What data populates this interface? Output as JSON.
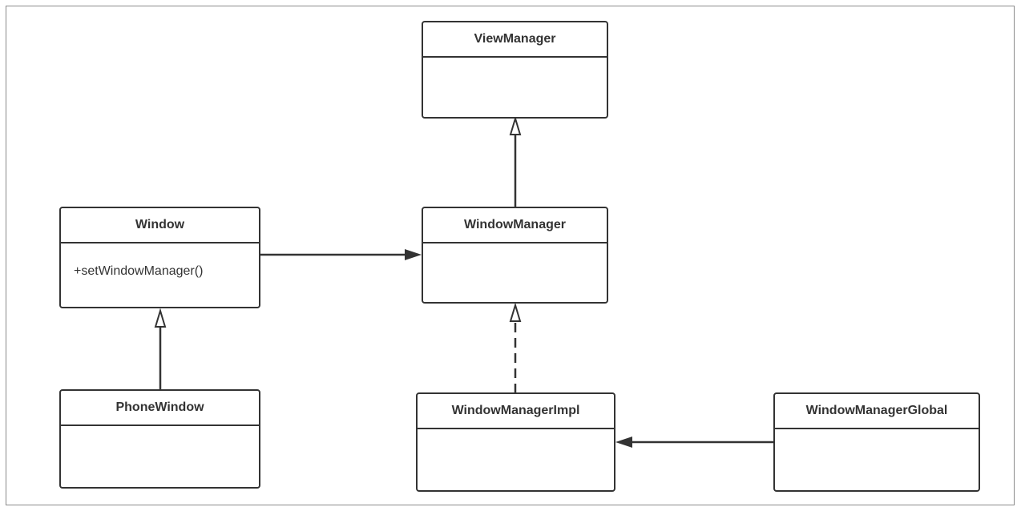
{
  "classes": {
    "view_manager": {
      "name": "ViewManager"
    },
    "window": {
      "name": "Window",
      "methods": [
        "+setWindowManager()"
      ]
    },
    "window_manager": {
      "name": "WindowManager"
    },
    "phone_window": {
      "name": "PhoneWindow"
    },
    "window_manager_impl": {
      "name": "WindowManagerImpl"
    },
    "window_manager_global": {
      "name": "WindowManagerGlobal"
    }
  },
  "relationships": [
    {
      "from": "WindowManager",
      "to": "ViewManager",
      "type": "generalization"
    },
    {
      "from": "Window",
      "to": "WindowManager",
      "type": "association"
    },
    {
      "from": "PhoneWindow",
      "to": "Window",
      "type": "generalization"
    },
    {
      "from": "WindowManagerImpl",
      "to": "WindowManager",
      "type": "realization"
    },
    {
      "from": "WindowManagerGlobal",
      "to": "WindowManagerImpl",
      "type": "association"
    }
  ],
  "colors": {
    "stroke": "#333333",
    "background": "#ffffff",
    "frame": "#8a8a8a"
  }
}
